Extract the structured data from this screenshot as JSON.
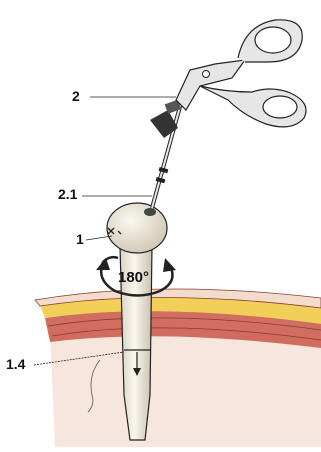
{
  "labels": {
    "instrument": "2",
    "instrument_tip": "2.1",
    "trocar_head": "1",
    "trocar_mark": "1.4",
    "rotation": "180°"
  },
  "colors": {
    "skin_surface": "#f4dccd",
    "fat_layer": "#f1cf58",
    "muscle_layer": "#c95547",
    "fascia_lines": "#8a3a2d",
    "tissue_deep": "#f6e6de",
    "instrument_metal": "#e6e6e6",
    "outline": "#222222",
    "trocar_body": "#f2eee4"
  },
  "icons": [
    "scissors-handle",
    "rotation-arrow",
    "insertion-arrow"
  ]
}
